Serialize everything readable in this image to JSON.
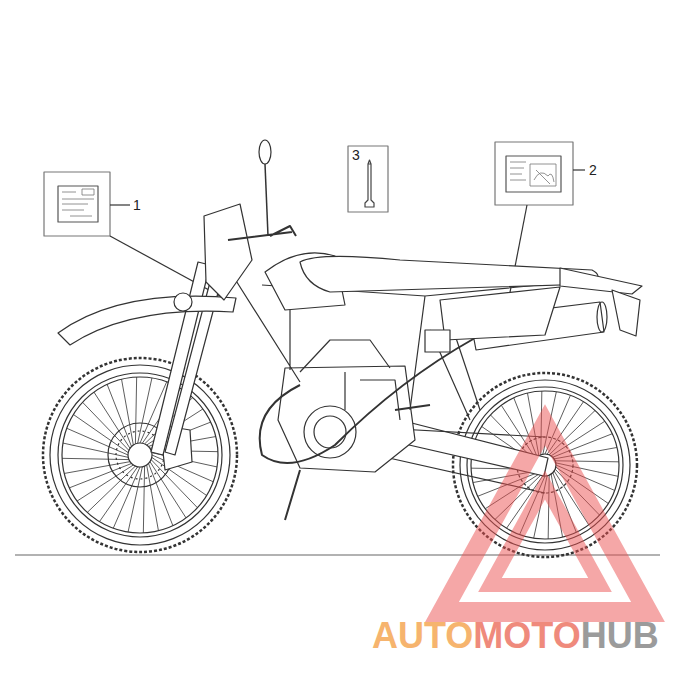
{
  "diagram": {
    "labels": [
      "1",
      "2",
      "3",
      "AUTO",
      "MOTO",
      "HUB"
    ]
  }
}
